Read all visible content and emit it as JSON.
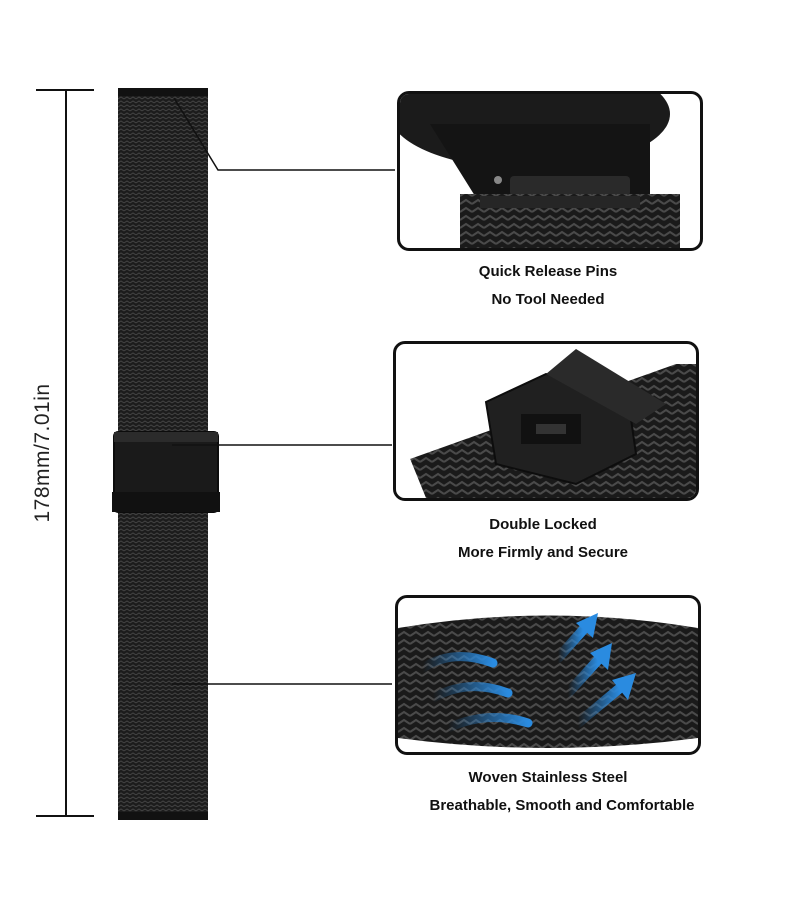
{
  "dimension": {
    "label": "178mm/7.01in"
  },
  "features": [
    {
      "title": "Quick Release Pins",
      "subtitle": "No Tool Needed"
    },
    {
      "title": "Double Locked",
      "subtitle": "More Firmly and Secure"
    },
    {
      "title": "Woven Stainless Steel",
      "subtitle": "Breathable, Smooth and Comfortable"
    }
  ],
  "colors": {
    "strap": "#1c1c1c",
    "mesh_highlight": "#3a3a3a",
    "arrow": "#2a8be0"
  }
}
